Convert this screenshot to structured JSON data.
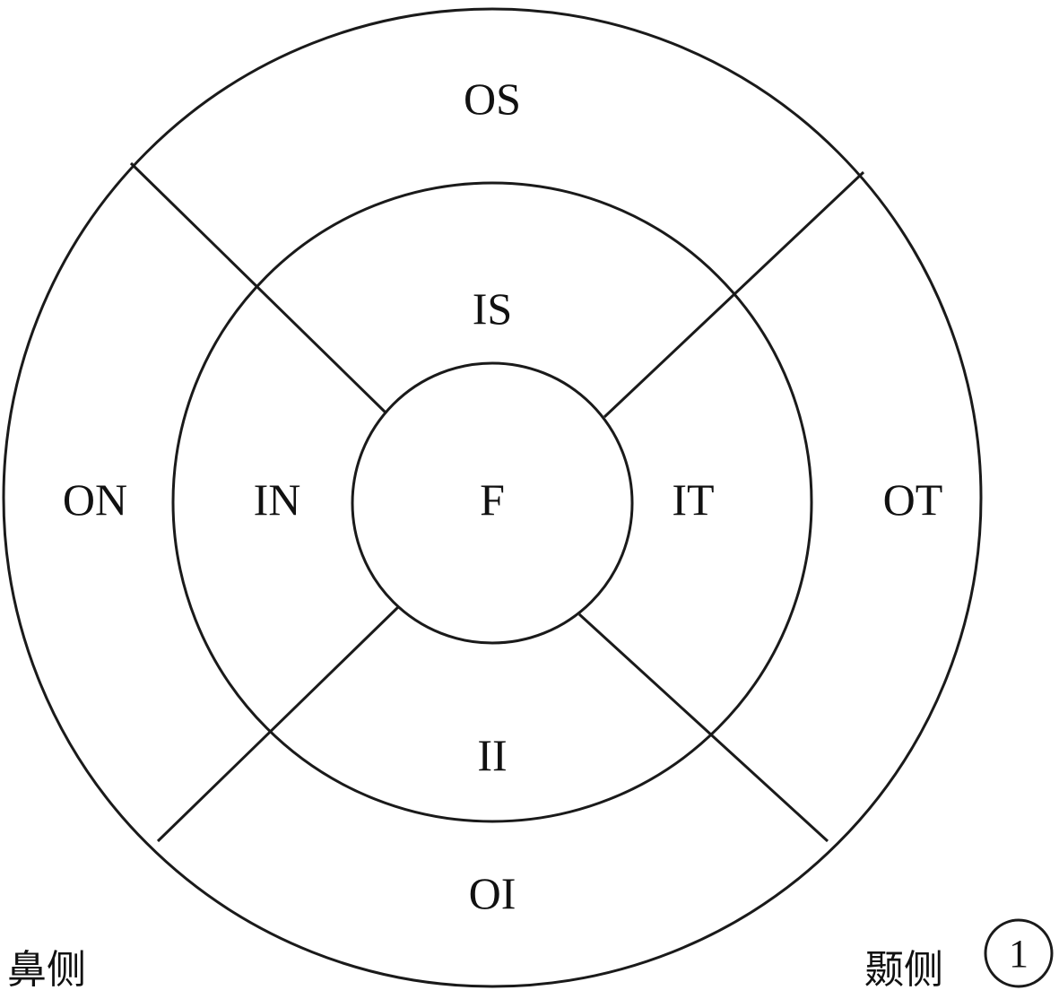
{
  "regions": {
    "outer_superior": "OS",
    "inner_superior": "IS",
    "outer_nasal": "ON",
    "inner_nasal": "IN",
    "fovea": "F",
    "inner_temporal": "IT",
    "outer_temporal": "OT",
    "inner_inferior": "II",
    "outer_inferior": "OI"
  },
  "sides": {
    "nasal": "鼻侧",
    "temporal": "颞侧"
  },
  "figure_number": "1",
  "colors": {
    "stroke": "#1a1a1a",
    "text": "#111111",
    "background": "#ffffff"
  }
}
